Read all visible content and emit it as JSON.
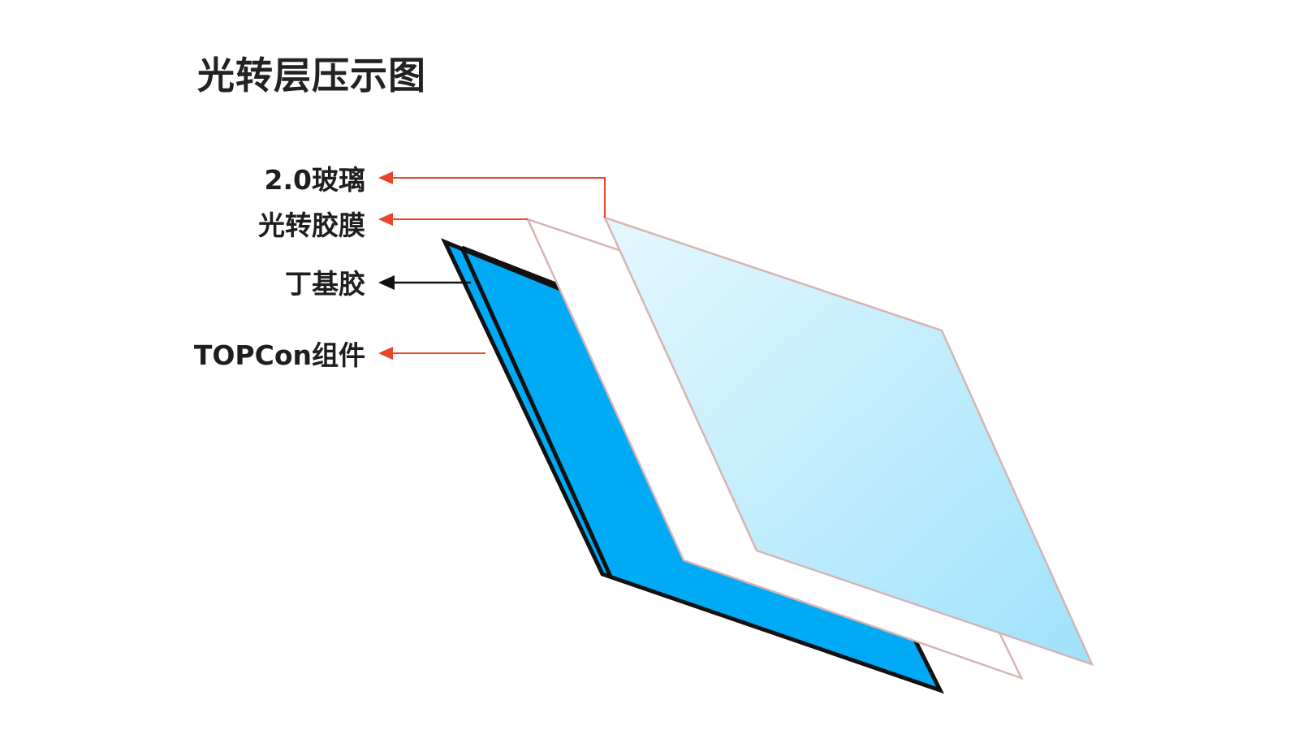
{
  "title": "光转层压示图",
  "labels": {
    "glass": "2.0玻璃",
    "film": "光转胶膜",
    "butyl": "丁基胶",
    "topcon": "TOPCon组件"
  },
  "colors": {
    "arrow_red": "#e8462a",
    "arrow_black": "#111111",
    "module_blue": "#00aaf5",
    "glass_light": "#bfeefc",
    "film_outline": "#d7b3b3"
  },
  "icons": [
    "arrow-left-icon"
  ]
}
